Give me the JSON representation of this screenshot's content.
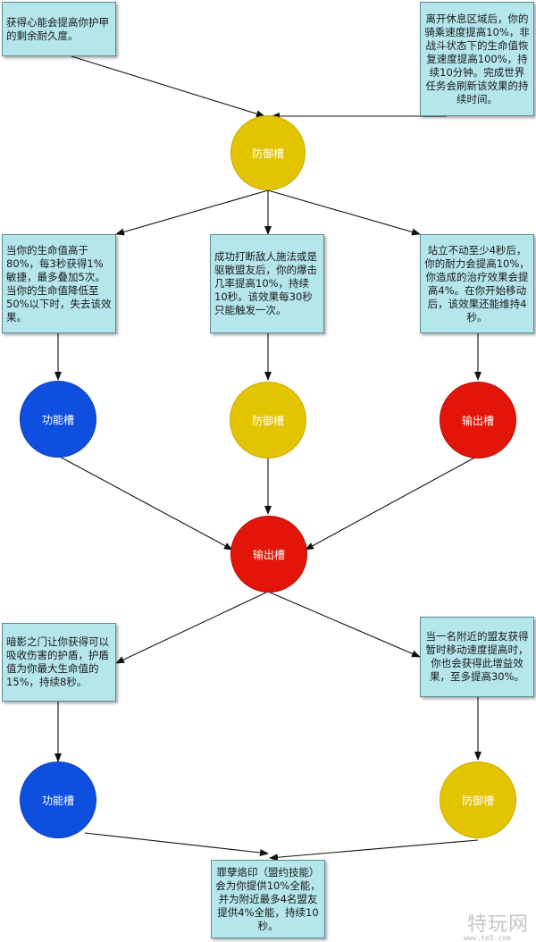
{
  "boxes": {
    "top_left": "获得心能会提高你护甲的剩余耐久度。",
    "top_right": "离开休息区域后，你的骑乘速度提高10%，非战斗状态下的生命值恢复速度提高100%，持续10分钟。完成世界任务会刷新该效果的持续时间。",
    "mid_left": "当你的生命值高于80%，每3秒获得1%敏捷，最多叠加5次。当你的生命值降低至50%以下时，失去该效果。",
    "mid_center": "成功打断敌人施法或是驱散盟友后，你的爆击几率提高10%，持续10秒。该效果每30秒只能触发一次。",
    "mid_right": "站立不动至少4秒后，你的耐力会提高10%，你造成的治疗效果会提高4%。在你开始移动后，该效果还能维持4秒。",
    "low_left": "暗影之门让你获得可以吸收伤害的护盾，护盾值为你最大生命值的15%，持续8秒。",
    "low_right": "当一名附近的盟友获得暂时移动速度提高时，你也会获得此增益效果，至多提高30%。",
    "bottom": "罪孽烙印（盟约技能）会为你提供10%全能，并为附近最多4名盟友提供4%全能，持续10秒。"
  },
  "nodes": {
    "top": "防御槽",
    "row2_left": "功能槽",
    "row2_center": "防御槽",
    "row2_right": "输出槽",
    "center": "输出槽",
    "row4_left": "功能槽",
    "row4_right": "防御槽"
  },
  "colors": {
    "defense_slot": "#e2c400",
    "output_slot": "#e21508",
    "utility_slot": "#0f4fe0",
    "box_fill": "#b5e6ec"
  },
  "watermark": {
    "text": "特玩网",
    "url": "www.te5.com"
  }
}
